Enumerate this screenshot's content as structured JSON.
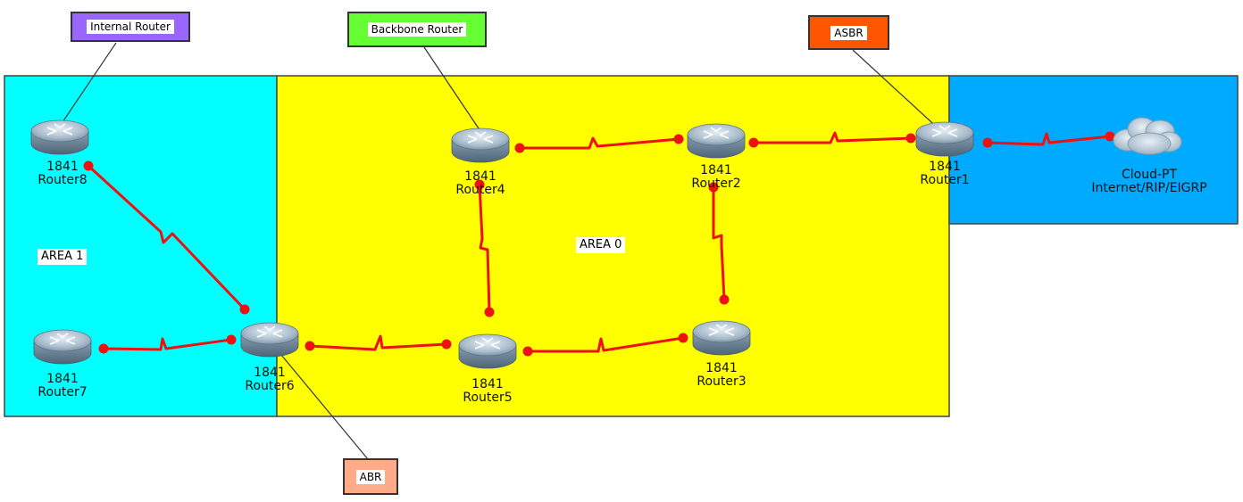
{
  "areas": [
    {
      "key": "area1",
      "label": "AREA 1",
      "color": "#00ffff"
    },
    {
      "key": "area0",
      "label": "AREA 0",
      "color": "#ffff00"
    },
    {
      "key": "external",
      "label": "",
      "color": "#00aaff"
    }
  ],
  "callouts": {
    "internal": {
      "label": "Internal Router",
      "color": "#9966ff"
    },
    "backbone": {
      "label": "Backbone Router",
      "color": "#66ff33"
    },
    "asbr": {
      "label": "ASBR",
      "color": "#ff5500"
    },
    "abr": {
      "label": "ABR",
      "color": "#ffaa88"
    }
  },
  "devices": {
    "router8": {
      "model": "1841",
      "name": "Router8"
    },
    "router7": {
      "model": "1841",
      "name": "Router7"
    },
    "router6": {
      "model": "1841",
      "name": "Router6"
    },
    "router4": {
      "model": "1841",
      "name": "Router4"
    },
    "router5": {
      "model": "1841",
      "name": "Router5"
    },
    "router2": {
      "model": "1841",
      "name": "Router2"
    },
    "router3": {
      "model": "1841",
      "name": "Router3"
    },
    "router1": {
      "model": "1841",
      "name": "Router1"
    },
    "cloud": {
      "model": "Cloud-PT",
      "name": "Internet/RIP/EIGRP"
    }
  },
  "links": [
    [
      "router8",
      "router6"
    ],
    [
      "router7",
      "router6"
    ],
    [
      "router6",
      "router5"
    ],
    [
      "router5",
      "router4"
    ],
    [
      "router5",
      "router3"
    ],
    [
      "router4",
      "router2"
    ],
    [
      "router2",
      "router3"
    ],
    [
      "router2",
      "router1"
    ],
    [
      "router1",
      "cloud"
    ]
  ],
  "colors": {
    "link": "#ee1111",
    "leader": "#333333"
  },
  "icons": {
    "router": "router-icon",
    "cloud": "cloud-icon"
  }
}
